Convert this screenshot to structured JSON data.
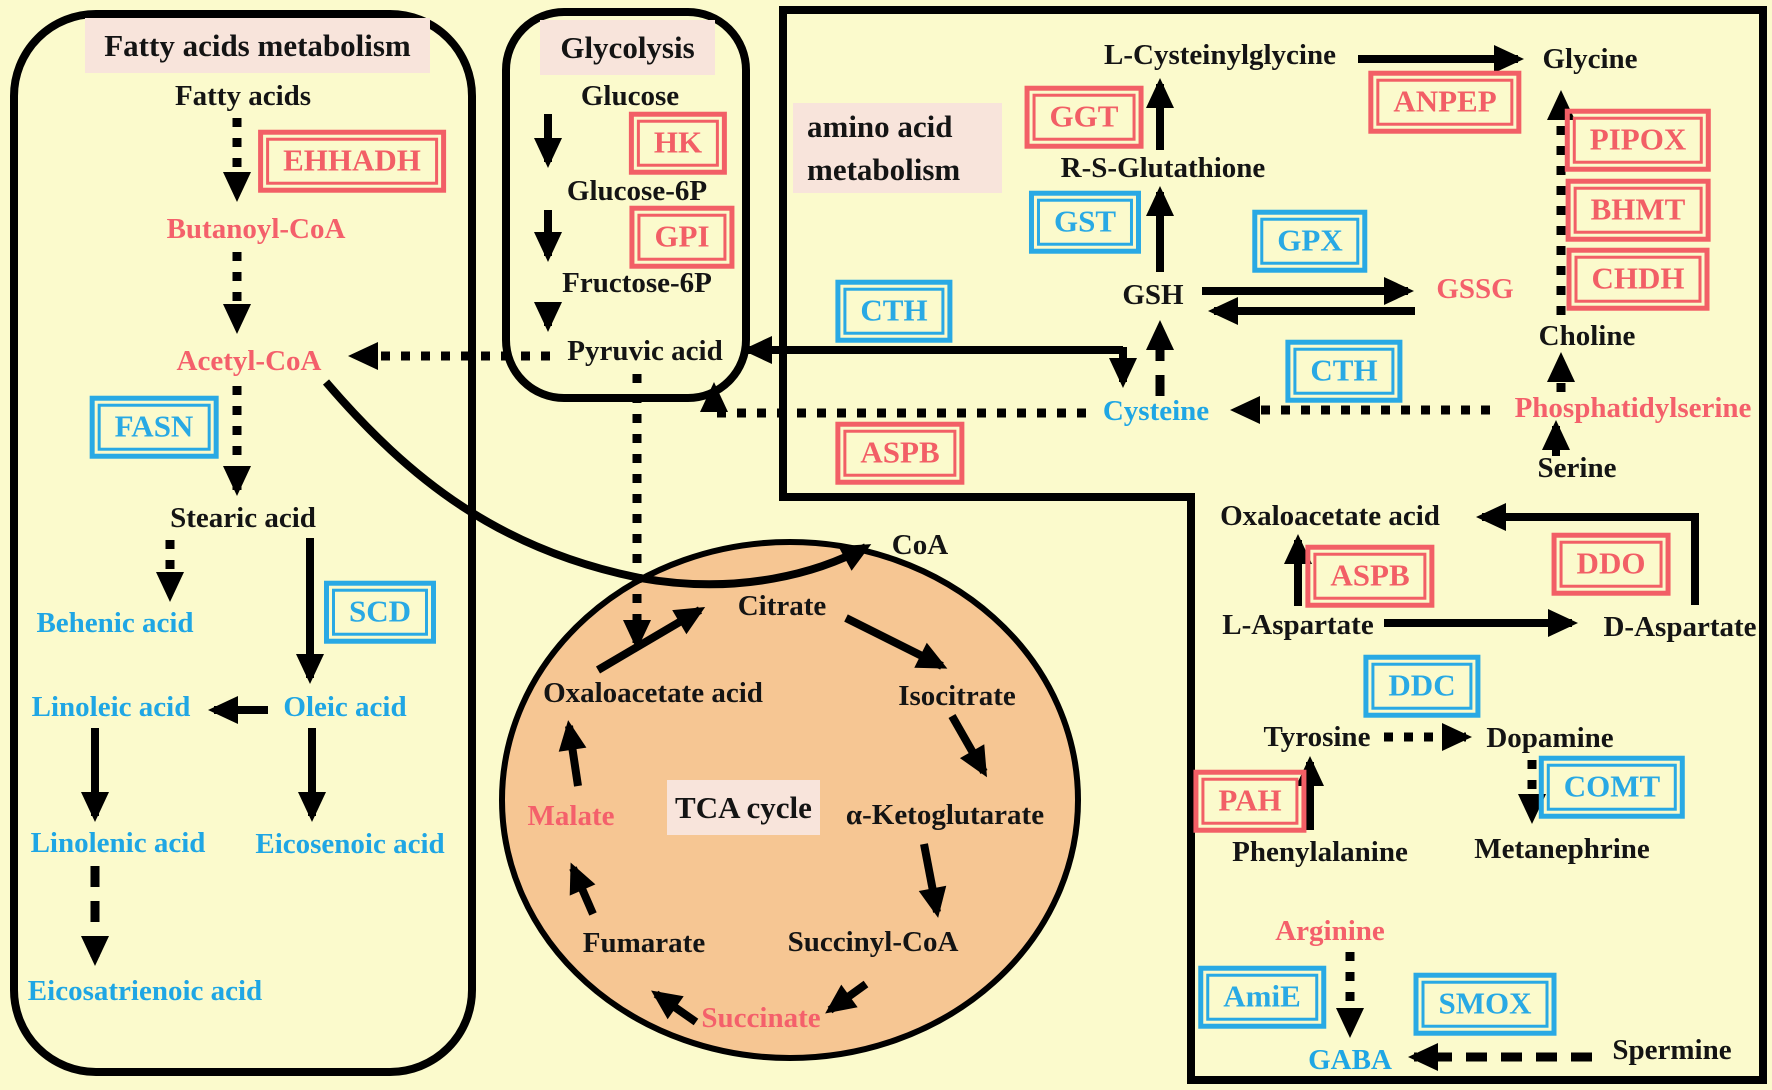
{
  "colors": {
    "background": "#FBFACC",
    "panel_border": "#000000",
    "enzyme_red": "#F25F66",
    "enzyme_blue": "#29A9E4",
    "metabolite_red": "#F4606B",
    "metabolite_blue": "#1FA6E4",
    "metabolite_black": "#141414",
    "tca_fill": "#F6C693",
    "header_background": "#F8E4DB"
  },
  "panels": {
    "fatty_acids": {
      "title": "Fatty acids metabolism"
    },
    "glycolysis": {
      "title": "Glycolysis"
    },
    "amino_acid": {
      "title": "amino acid\nmetabolism"
    },
    "tca": {
      "title": "TCA cycle"
    }
  },
  "metabolites": {
    "fatty_acids": "Fatty acids",
    "butanoyl_coa": "Butanoyl-CoA",
    "acetyl_coa": "Acetyl-CoA",
    "stearic_acid": "Stearic acid",
    "behenic_acid": "Behenic acid",
    "linoleic_acid": "Linoleic acid",
    "oleic_acid": "Oleic acid",
    "linolenic_acid": "Linolenic acid",
    "eicosenoic_acid": "Eicosenoic acid",
    "eicosatrienoic_acid": "Eicosatrienoic acid",
    "glucose": "Glucose",
    "glucose_6p": "Glucose-6P",
    "fructose_6p": "Fructose-6P",
    "pyruvic_acid": "Pyruvic acid",
    "coa": "CoA",
    "citrate": "Citrate",
    "isocitrate": "Isocitrate",
    "alpha_ketoglutarate": "α-Ketoglutarate",
    "succinyl_coa": "Succinyl-CoA",
    "succinate": "Succinate",
    "fumarate": "Fumarate",
    "malate": "Malate",
    "oxaloacetate_tca": "Oxaloacetate acid",
    "l_cysteinylglycine": "L-Cysteinylglycine",
    "glycine": "Glycine",
    "rs_glutathione": "R-S-Glutathione",
    "gsh": "GSH",
    "gssg": "GSSG",
    "cysteine": "Cysteine",
    "choline": "Choline",
    "phosphatidylserine": "Phosphatidylserine",
    "serine": "Serine",
    "oxaloacetate_amino": "Oxaloacetate acid",
    "l_aspartate": "L-Aspartate",
    "d_aspartate": "D-Aspartate",
    "tyrosine": "Tyrosine",
    "dopamine": "Dopamine",
    "phenylalanine": "Phenylalanine",
    "metanephrine": "Metanephrine",
    "arginine": "Arginine",
    "gaba": "GABA",
    "spermine": "Spermine"
  },
  "enzymes": {
    "ehhadh": {
      "label": "EHHADH",
      "regulation": "red"
    },
    "hk": {
      "label": "HK",
      "regulation": "red"
    },
    "gpi": {
      "label": "GPI",
      "regulation": "red"
    },
    "fasn": {
      "label": "FASN",
      "regulation": "blue"
    },
    "scd": {
      "label": "SCD",
      "regulation": "blue"
    },
    "ggt": {
      "label": "GGT",
      "regulation": "red"
    },
    "gst": {
      "label": "GST",
      "regulation": "blue"
    },
    "gpx": {
      "label": "GPX",
      "regulation": "blue"
    },
    "cth_pyruvate": {
      "label": "CTH",
      "regulation": "blue"
    },
    "cth_serine": {
      "label": "CTH",
      "regulation": "blue"
    },
    "anpep": {
      "label": "ANPEP",
      "regulation": "red"
    },
    "pipox": {
      "label": "PIPOX",
      "regulation": "red"
    },
    "bhmt": {
      "label": "BHMT",
      "regulation": "red"
    },
    "chdh": {
      "label": "CHDH",
      "regulation": "red"
    },
    "aspb_cysteine": {
      "label": "ASPB",
      "regulation": "red"
    },
    "aspb_aspartate": {
      "label": "ASPB",
      "regulation": "red"
    },
    "ddo": {
      "label": "DDO",
      "regulation": "red"
    },
    "ddc": {
      "label": "DDC",
      "regulation": "blue"
    },
    "pah": {
      "label": "PAH",
      "regulation": "red"
    },
    "comt": {
      "label": "COMT",
      "regulation": "blue"
    },
    "amie": {
      "label": "AmiE",
      "regulation": "blue"
    },
    "smox": {
      "label": "SMOX",
      "regulation": "blue"
    }
  }
}
